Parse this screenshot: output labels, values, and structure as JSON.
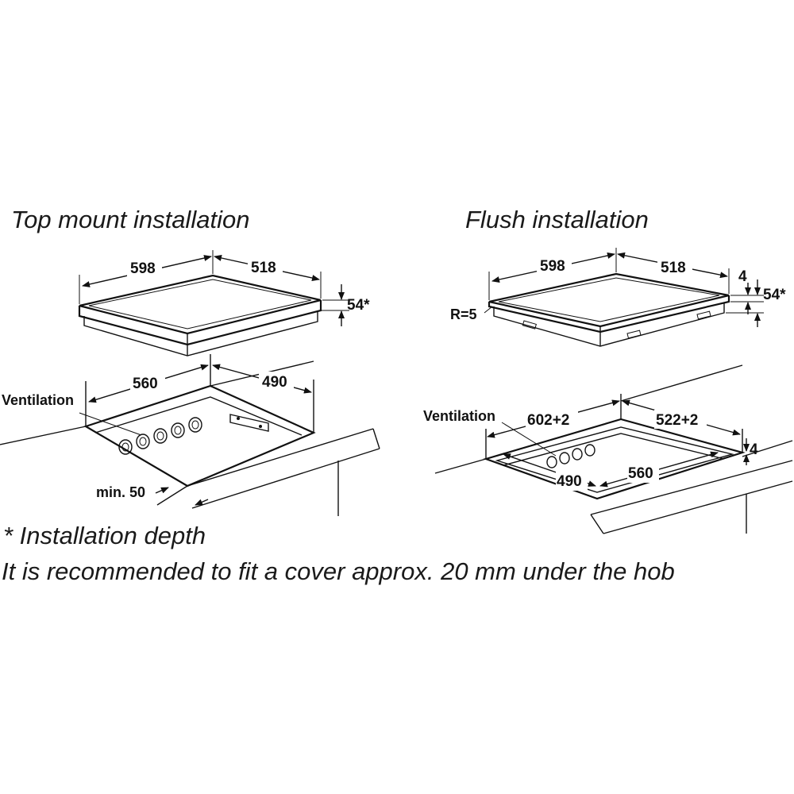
{
  "top_mount": {
    "title": "Top mount installation",
    "hob": {
      "width": "598",
      "depth": "518",
      "height": "54*"
    },
    "cutout": {
      "width": "560",
      "depth": "490",
      "ventilation": "Ventilation",
      "min_gap": "min. 50"
    }
  },
  "flush": {
    "title": "Flush installation",
    "hob": {
      "width": "598",
      "depth": "518",
      "glass": "4",
      "height": "54*",
      "radius": "R=5"
    },
    "cutout": {
      "outer_width": "602+2",
      "outer_depth": "522+2",
      "inner_depth": "490",
      "inner_width": "560",
      "rebate": "4",
      "ventilation": "Ventilation"
    }
  },
  "notes": {
    "depth_note": "* Installation depth",
    "cover_note": "It is recommended to fit a cover approx. 20 mm under the hob"
  }
}
